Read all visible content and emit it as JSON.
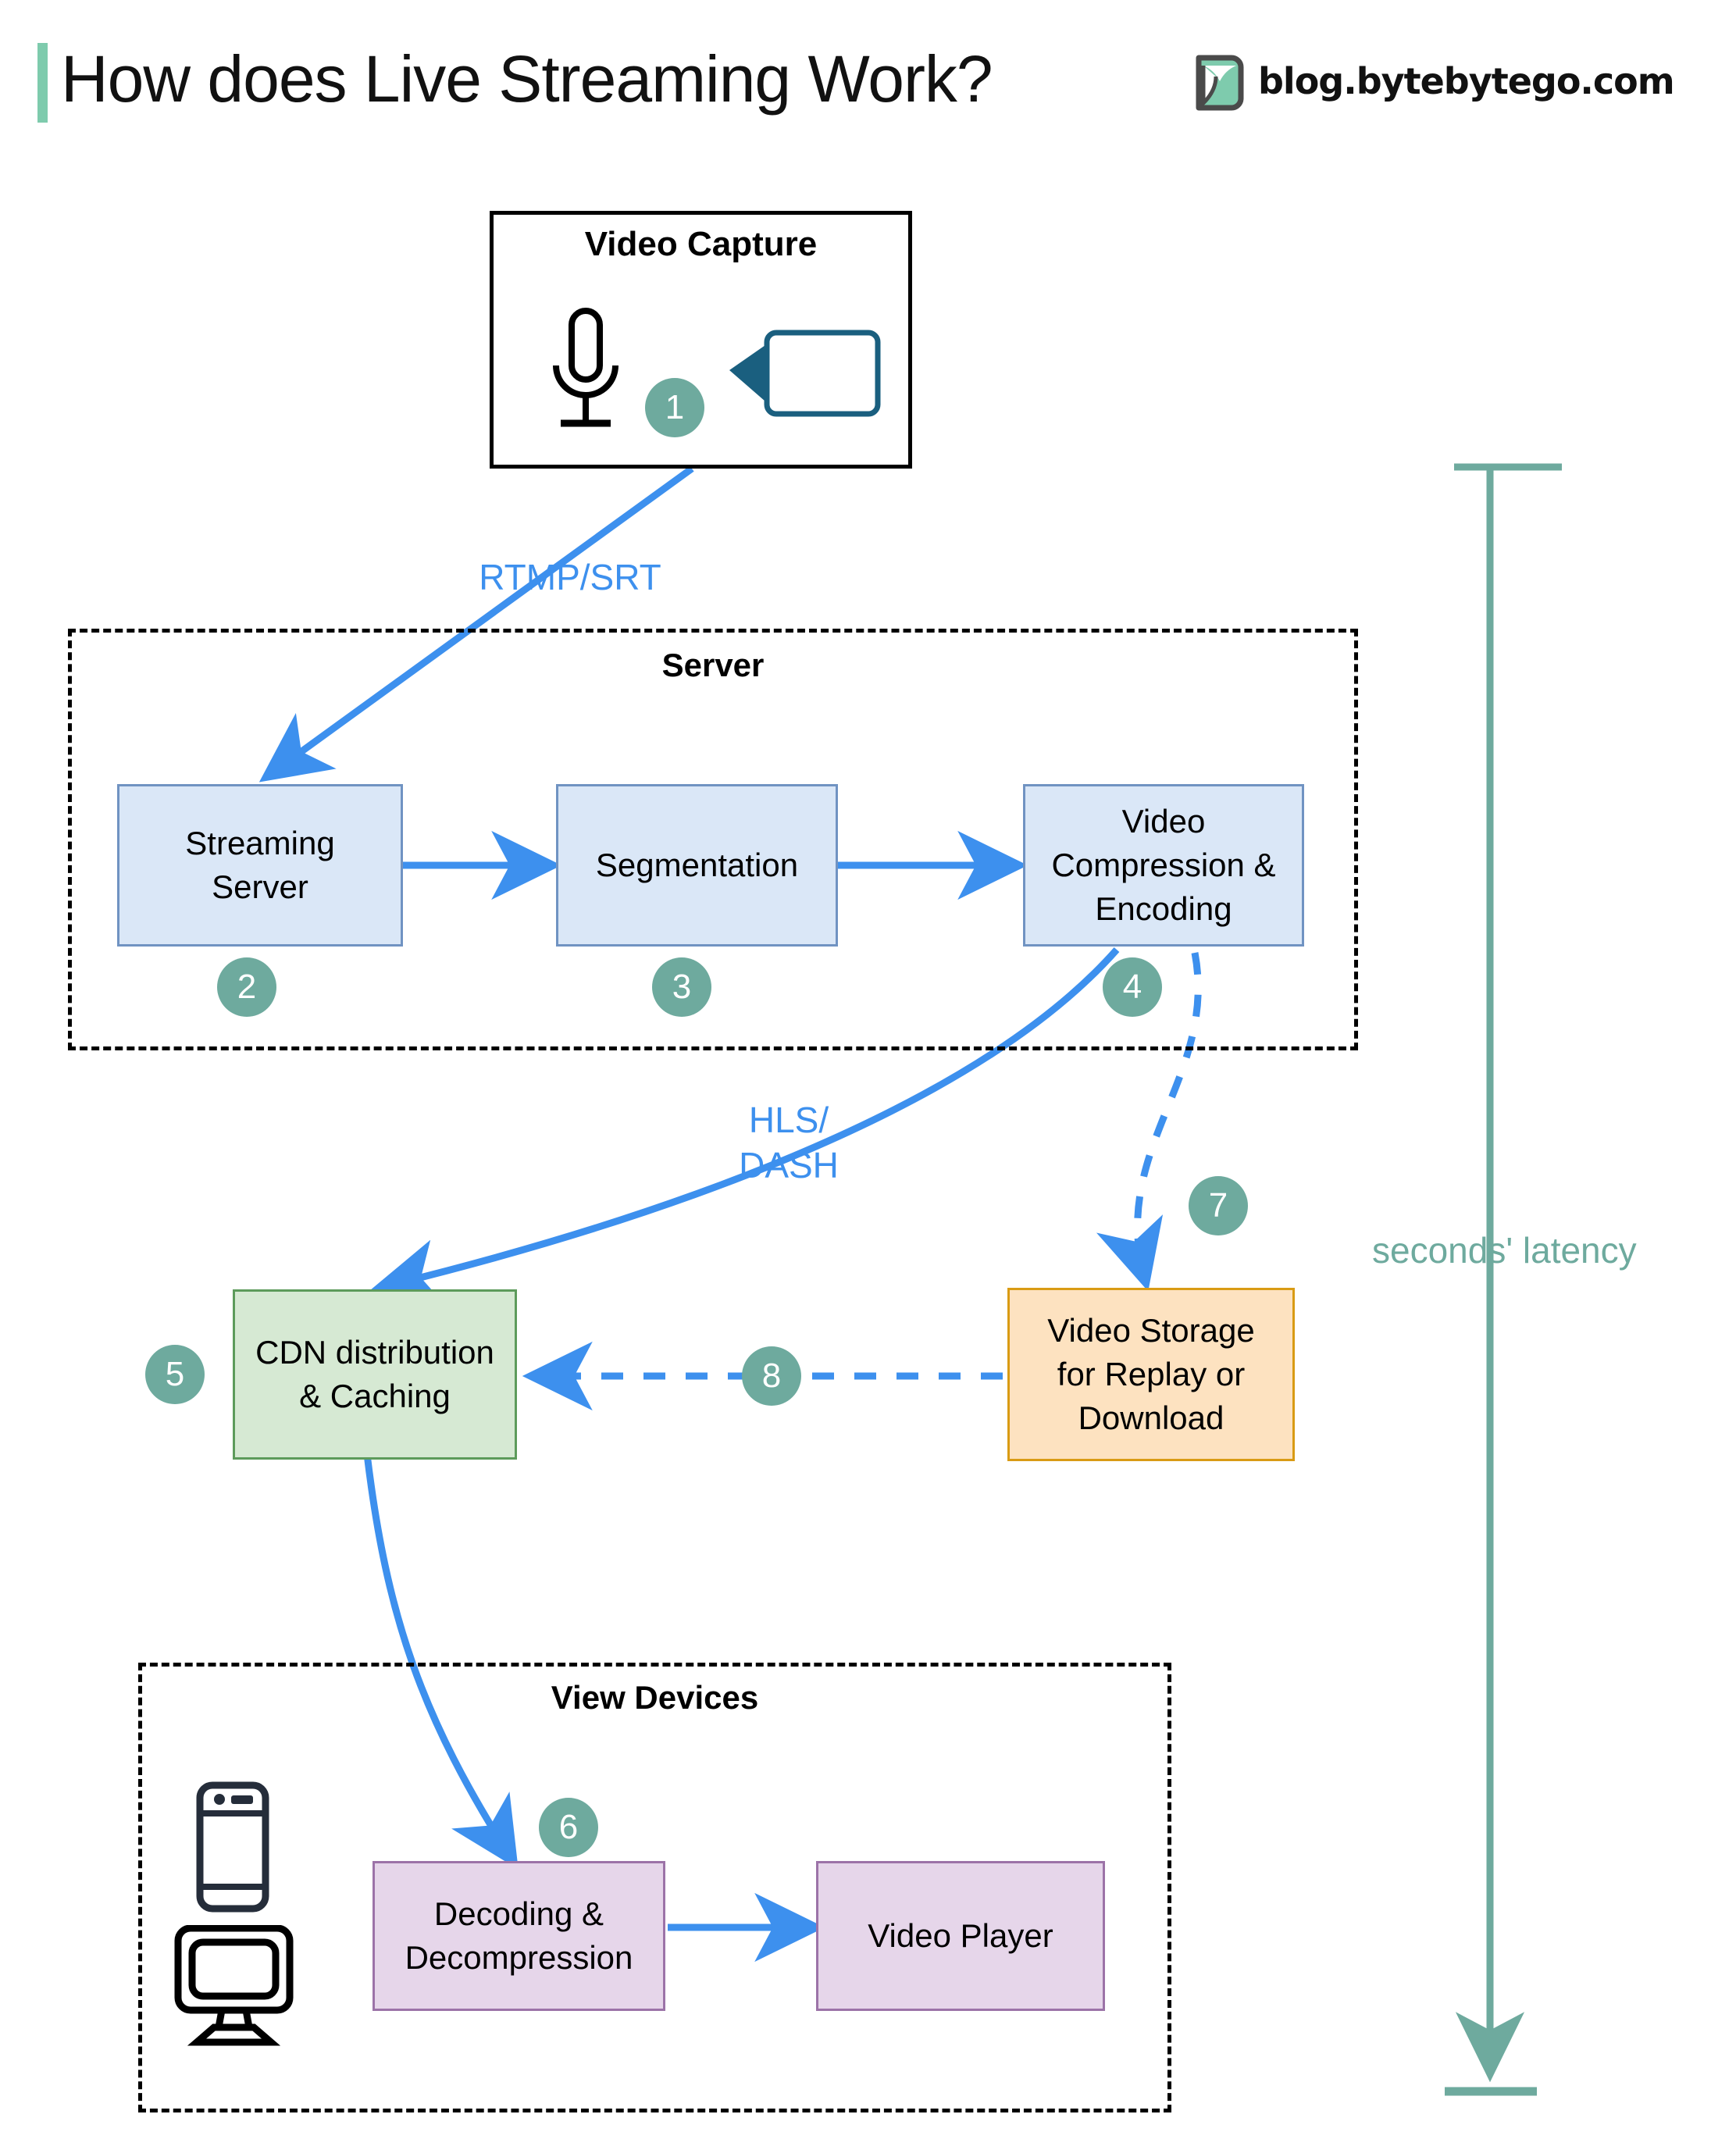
{
  "header": {
    "title": "How does Live Streaming Work?",
    "brand_label": "blog.bytebytego.com",
    "brand_logo_icon": "bytebytego-logo-icon",
    "accent_bar_color": "#7ecbad",
    "logo_fill_color": "#7ecbad",
    "logo_stroke_color": "#4a4a4a"
  },
  "colors": {
    "arrow_blue": "#3d90ee",
    "badge_green": "#6eaa9e",
    "latency_green": "#6eaa9e",
    "node_blue_fill": "#dae7f7",
    "node_blue_border": "#7093c2",
    "node_green_fill": "#d6e9d3",
    "node_green_border": "#5d9b5b",
    "node_orange_fill": "#fde2c0",
    "node_orange_border": "#d99b14",
    "node_purple_fill": "#e6d6ea",
    "node_purple_border": "#9c73a8",
    "camera_icon_color": "#1a5f7f",
    "mic_icon_color": "#000000",
    "phone_icon_color": "#252d3a"
  },
  "capture_group": {
    "title": "Video Capture",
    "mic_icon": "microphone-icon",
    "camera_icon": "video-camera-icon",
    "badge": "1"
  },
  "server_group": {
    "title": "Server",
    "nodes": [
      {
        "label": "Streaming\nServer",
        "badge": "2"
      },
      {
        "label": "Segmentation",
        "badge": "3"
      },
      {
        "label": "Video\nCompression &\nEncoding",
        "badge": "4"
      }
    ]
  },
  "delivery": {
    "cdn": {
      "label": "CDN distribution\n& Caching",
      "badge": "5"
    },
    "storage": {
      "label": "Video Storage\nfor Replay or\nDownload",
      "badge": "7"
    },
    "storage_to_cdn_badge": "8"
  },
  "view_devices_group": {
    "title": "View Devices",
    "phone_icon": "smartphone-icon",
    "monitor_icon": "desktop-monitor-icon",
    "nodes": [
      {
        "label": "Decoding &\nDecompression",
        "badge": "6"
      },
      {
        "label": "Video Player",
        "badge": ""
      }
    ]
  },
  "edge_labels": {
    "capture_to_server": "RTMP/SRT",
    "encoding_to_cdn": "HLS/\nDASH"
  },
  "latency_bracket": {
    "label": "seconds' latency",
    "arrow_icon": "down-arrow-icon"
  }
}
